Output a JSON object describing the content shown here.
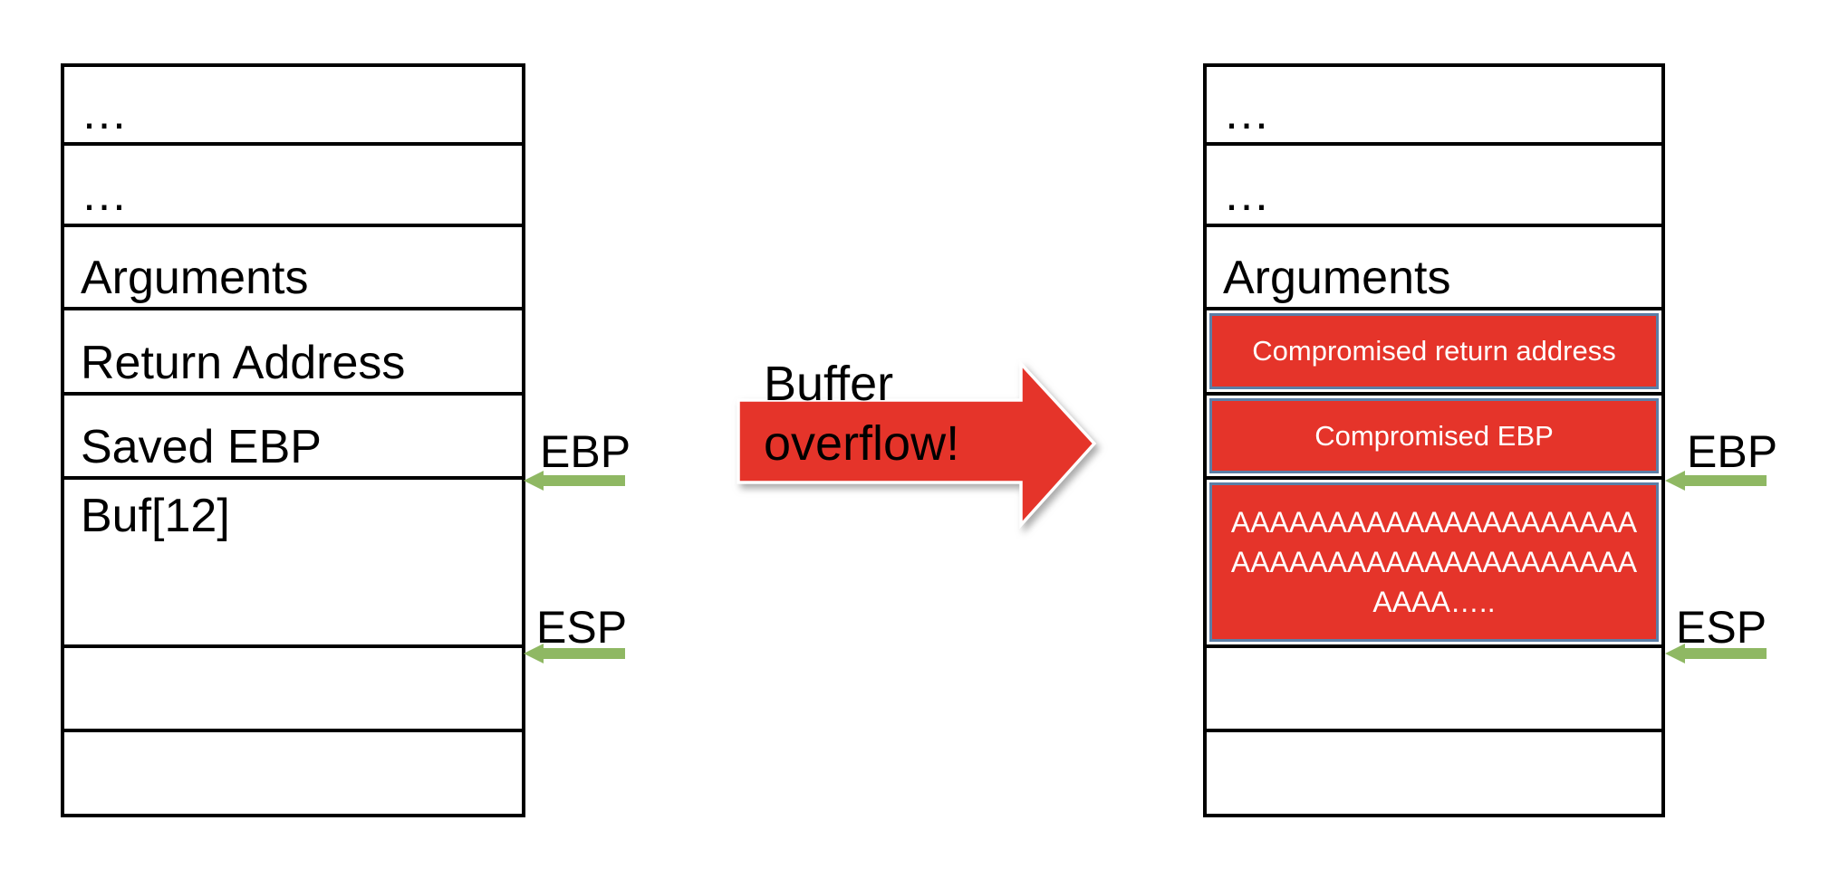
{
  "left_stack": {
    "rows": [
      {
        "text": "…"
      },
      {
        "text": "…"
      },
      {
        "text": "Arguments"
      },
      {
        "text": "Return Address"
      },
      {
        "text": "Saved EBP"
      },
      {
        "text": "Buf[12]",
        "tall": true
      },
      {
        "text": ""
      },
      {
        "text": ""
      }
    ],
    "ebp_label": "EBP",
    "esp_label": "ESP"
  },
  "overflow_arrow": {
    "line1": "Buffer",
    "line2": "overflow!"
  },
  "right_stack": {
    "rows": [
      {
        "text": "…"
      },
      {
        "text": "…"
      },
      {
        "text": "Arguments"
      },
      {
        "compromised": true,
        "lines": [
          "Compromised return address"
        ]
      },
      {
        "compromised": true,
        "lines": [
          "Compromised EBP"
        ]
      },
      {
        "compromised": true,
        "tall": true,
        "multiline": true,
        "lines": [
          "AAAAAAAAAAAAAAAAAAAAA",
          "AAAAAAAAAAAAAAAAAAAAA",
          "AAAA….."
        ]
      },
      {
        "text": ""
      },
      {
        "text": ""
      }
    ],
    "ebp_label": "EBP",
    "esp_label": "ESP"
  },
  "colors": {
    "cell_red": "#e5342a",
    "cell_border_blue": "#5b7ea6",
    "pointer_green": "#8fb863",
    "line_black": "#000000",
    "text_white": "#ffffff"
  }
}
